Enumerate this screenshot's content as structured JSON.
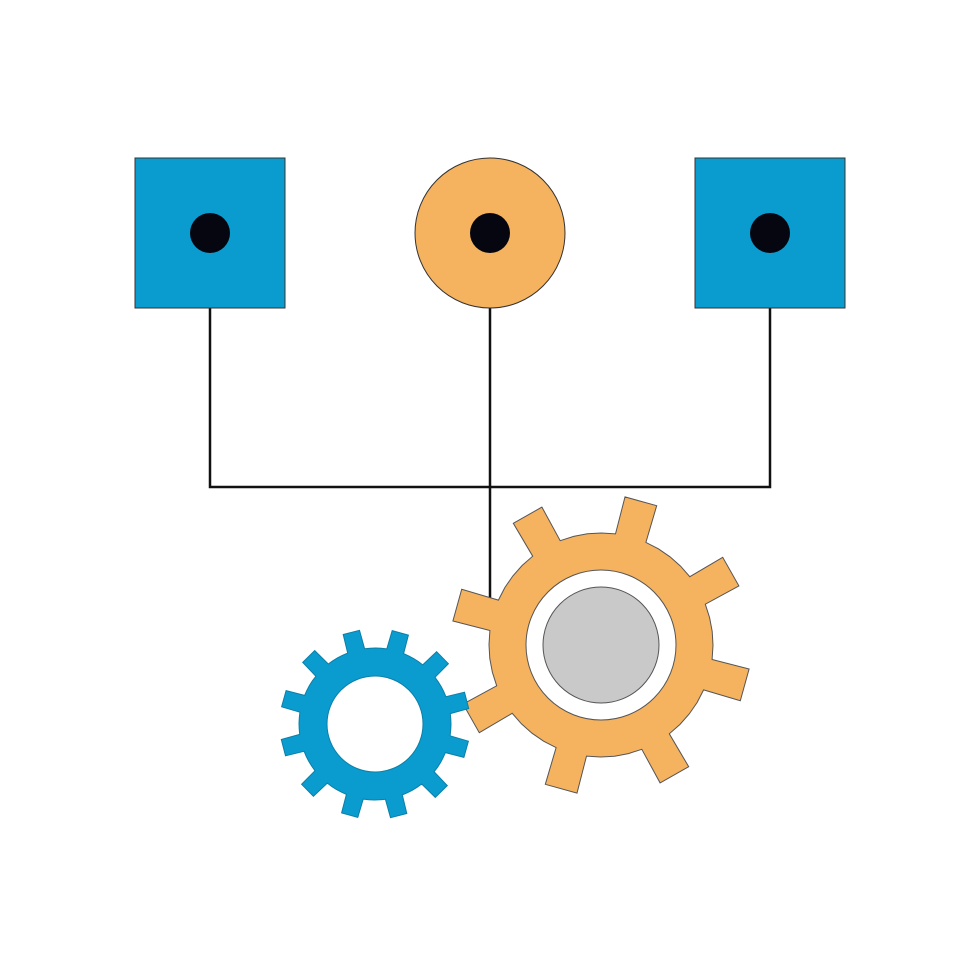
{
  "diagram": {
    "kind": "process-flow-illustration",
    "nodes": [
      {
        "id": "left-node",
        "shape": "square",
        "color": "#0a9ccf"
      },
      {
        "id": "center-node",
        "shape": "circle",
        "color": "#f5b25f"
      },
      {
        "id": "right-node",
        "shape": "square",
        "color": "#0a9ccf"
      }
    ],
    "node_dot_color": "#05060f",
    "connector_color": "#111111",
    "gears": [
      {
        "id": "blue-gear",
        "color": "#0a9ccf",
        "teeth": 12
      },
      {
        "id": "orange-gear",
        "color": "#f5b25f",
        "teeth": 8,
        "hub_color": "#c9c9c9"
      }
    ],
    "background": "#ffffff"
  }
}
